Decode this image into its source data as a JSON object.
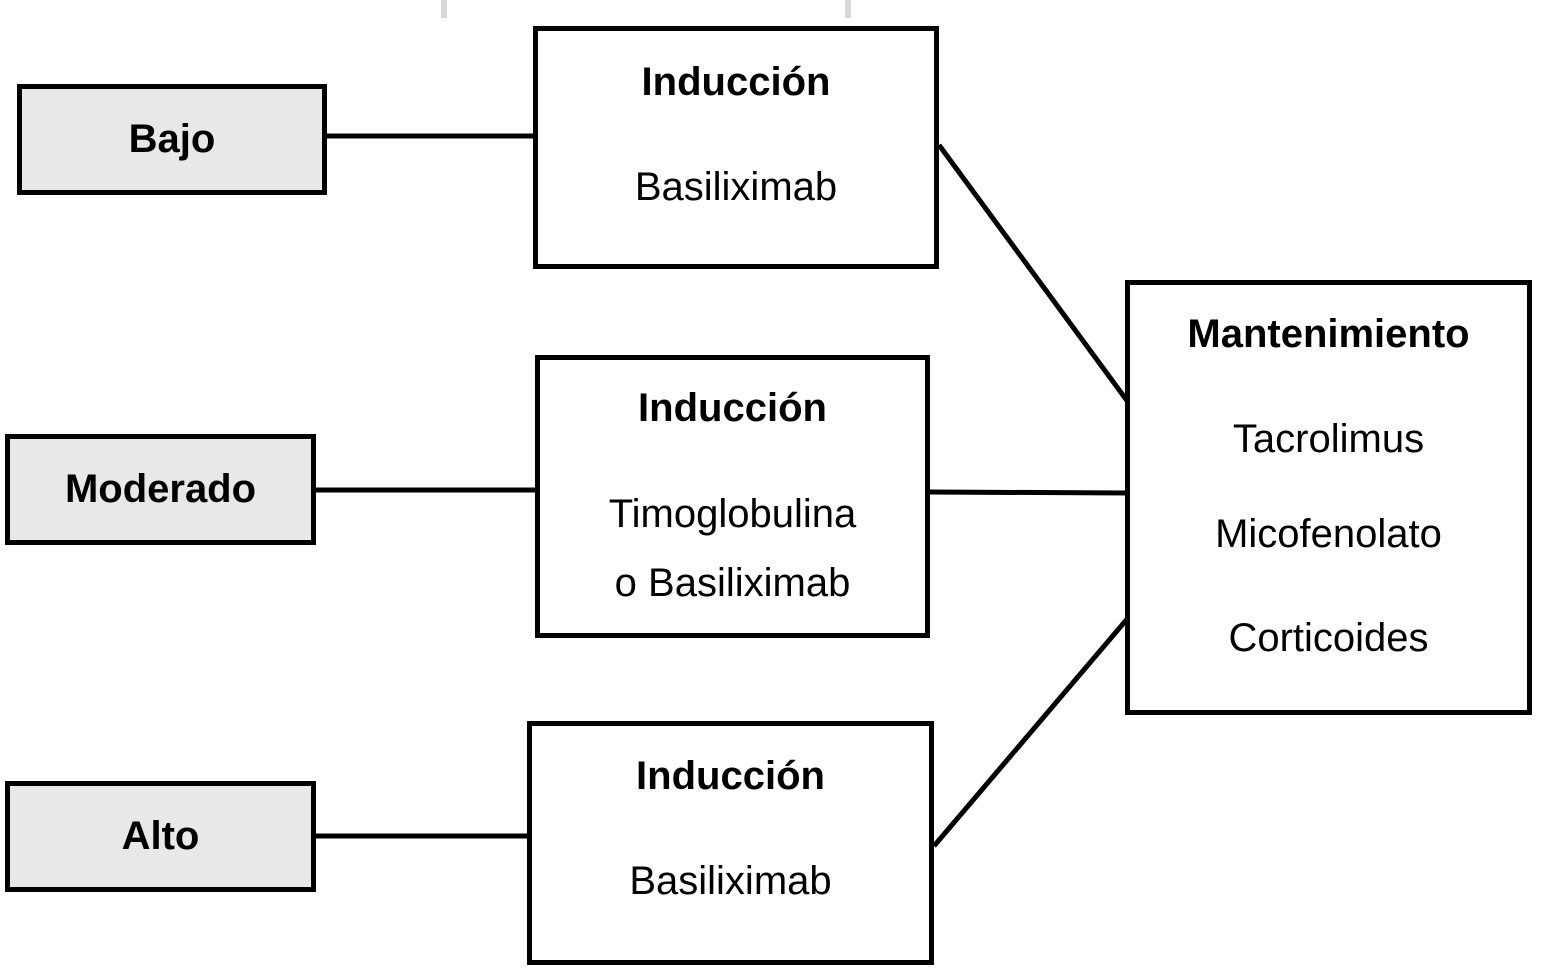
{
  "risk_levels": {
    "low": "Bajo",
    "moderate": "Moderado",
    "high": "Alto"
  },
  "induction": {
    "low": {
      "title": "Inducción",
      "drug": "Basiliximab"
    },
    "moderate": {
      "title": "Inducción",
      "drug_line1": "Timoglobulina",
      "drug_line2": "o Basiliximab"
    },
    "high": {
      "title": "Inducción",
      "drug": "Basiliximab"
    }
  },
  "maintenance": {
    "title": "Mantenimiento",
    "drugs": [
      "Tacrolimus",
      "Micofenolato",
      "Corticoides"
    ]
  },
  "colors": {
    "stroke": "#000000",
    "risk_fill": "#e8e8e8",
    "box_fill": "#ffffff"
  }
}
